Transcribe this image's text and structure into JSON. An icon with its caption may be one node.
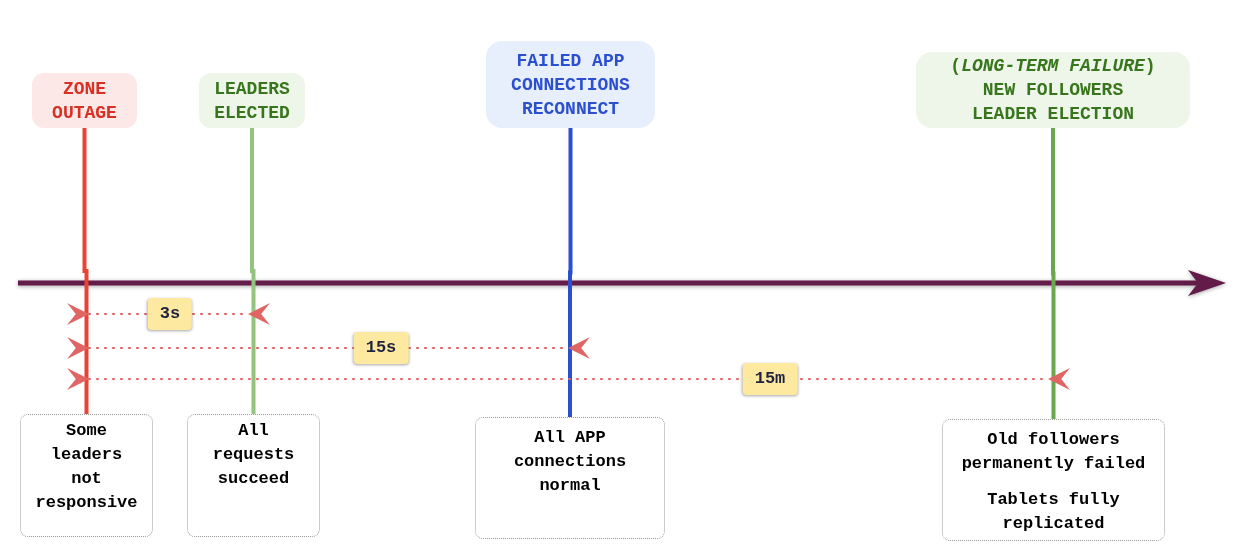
{
  "diagram": {
    "nodes": [
      {
        "text": [
          "ZONE OUTAGE"
        ]
      },
      {
        "text": [
          "LEADERS ELECTED"
        ]
      },
      {
        "text": [
          "FAILED APP CONNECTIONS RECONNECT"
        ]
      },
      {
        "text": [
          "(*LONG-TERM FAILURE*) NEW FOLLOWERS LEADER ELECTION"
        ]
      },
      {
        "text": [
          "Some leaders not responsive"
        ]
      },
      {
        "text": [
          "All requests succeed"
        ]
      },
      {
        "text": [
          "All APP connections normal"
        ]
      },
      {
        "text": [
          "Old followers permanently failed",
          "Tablets fully replicated"
        ]
      }
    ],
    "edges": [
      {
        "from": 0,
        "to": 4,
        "arrow": "none",
        "color": "#ea4335"
      },
      {
        "from": 1,
        "to": 5,
        "arrow": "none",
        "color": "#93c47d"
      },
      {
        "from": 2,
        "to": 6,
        "arrow": "none",
        "color": "#2a4fd0"
      },
      {
        "from": 3,
        "to": 7,
        "arrow": "none",
        "color": "#6aa84f"
      }
    ],
    "labels": [
      "3s",
      "15s",
      "15m"
    ]
  }
}
